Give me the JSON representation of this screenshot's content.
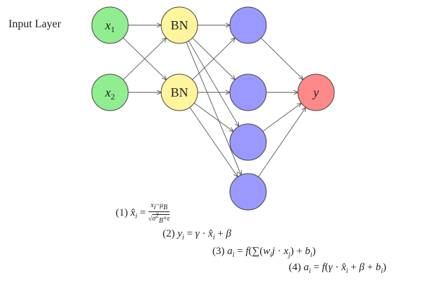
{
  "title_label": "Input Layer",
  "colors": {
    "input": "#90ee90",
    "bn": "#fff59d",
    "hidden": "#9999ff",
    "output": "#ff8888",
    "stroke": "#444444"
  },
  "nodes": [
    {
      "id": "x1",
      "label": "x1",
      "kind": "input",
      "col": 0,
      "row": 0
    },
    {
      "id": "x2",
      "label": "x2",
      "kind": "input",
      "col": 0,
      "row": 1
    },
    {
      "id": "bn1",
      "label": "BN",
      "kind": "bn",
      "col": 1,
      "row": 0
    },
    {
      "id": "bn2",
      "label": "BN",
      "kind": "bn",
      "col": 1,
      "row": 1
    },
    {
      "id": "h1",
      "label": "",
      "kind": "hidden",
      "col": 2,
      "row": 0
    },
    {
      "id": "h2",
      "label": "",
      "kind": "hidden",
      "col": 2,
      "row": 1
    },
    {
      "id": "h3",
      "label": "",
      "kind": "hidden",
      "col": 2,
      "row": 2
    },
    {
      "id": "h4",
      "label": "",
      "kind": "hidden",
      "col": 2,
      "row": 3
    },
    {
      "id": "y",
      "label": "y",
      "kind": "output",
      "col": 3,
      "row": 1
    }
  ],
  "edges": [
    [
      "x1",
      "bn1"
    ],
    [
      "x1",
      "bn2"
    ],
    [
      "x2",
      "bn1"
    ],
    [
      "x2",
      "bn2"
    ],
    [
      "bn1",
      "h1"
    ],
    [
      "bn1",
      "h2"
    ],
    [
      "bn1",
      "h3"
    ],
    [
      "bn1",
      "h4"
    ],
    [
      "bn2",
      "h1"
    ],
    [
      "bn2",
      "h2"
    ],
    [
      "bn2",
      "h3"
    ],
    [
      "bn2",
      "h4"
    ],
    [
      "h1",
      "y"
    ],
    [
      "h2",
      "y"
    ],
    [
      "h3",
      "y"
    ],
    [
      "h4",
      "y"
    ]
  ],
  "equations": {
    "eq1_prefix": "(1)",
    "eq2": "(2)",
    "eq3": "(3)",
    "eq4": "(4)"
  }
}
